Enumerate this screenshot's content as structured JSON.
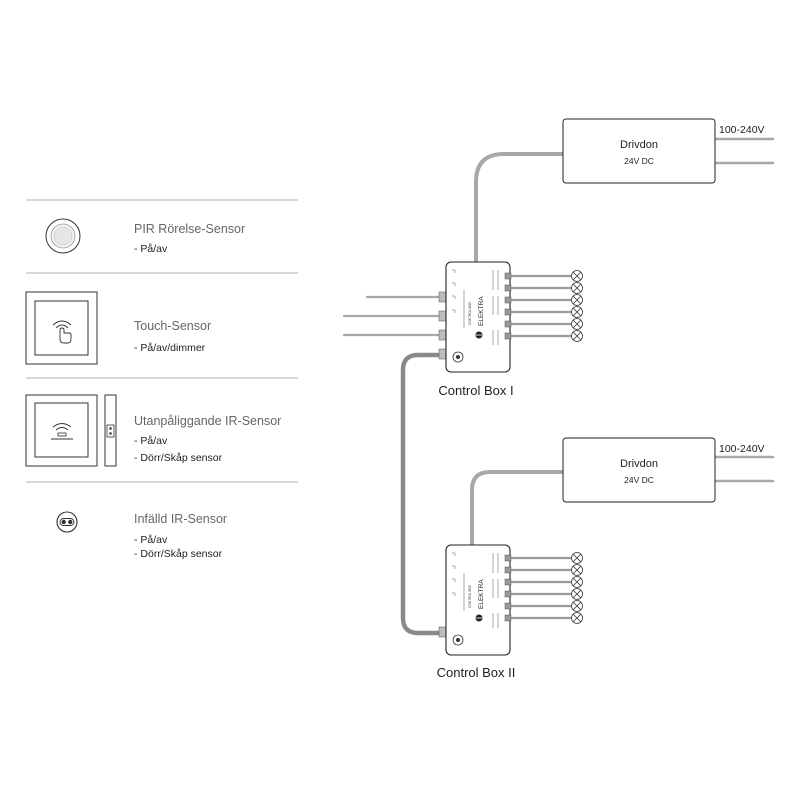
{
  "sensors": [
    {
      "title": "PIR Rörelse-Sensor",
      "lines": [
        "- På/av"
      ]
    },
    {
      "title": "Touch-Sensor",
      "lines": [
        "- På/av/dimmer"
      ]
    },
    {
      "title": "Utanpåliggande IR-Sensor",
      "lines": [
        "- På/av",
        "- Dörr/Skåp sensor"
      ]
    },
    {
      "title": "Infälld IR-Sensor",
      "lines": [
        "- På/av",
        "- Dörr/Skåp sensor"
      ]
    }
  ],
  "drivers": [
    {
      "name": "Drivdon",
      "output": "24V DC",
      "input": "100-240V"
    },
    {
      "name": "Drivdon",
      "output": "24V DC",
      "input": "100-240V"
    }
  ],
  "control_boxes": [
    {
      "label": "Control Box I",
      "brand": "ELEKTRA",
      "model": "CONTROL BOX"
    },
    {
      "label": "Control Box II",
      "brand": "ELEKTRA",
      "model": "CONTROL BOX"
    }
  ],
  "colors": {
    "cable": "#a8a8a8",
    "cable_dark": "#8a8a8a",
    "line": "#222222",
    "divider": "#999999"
  }
}
